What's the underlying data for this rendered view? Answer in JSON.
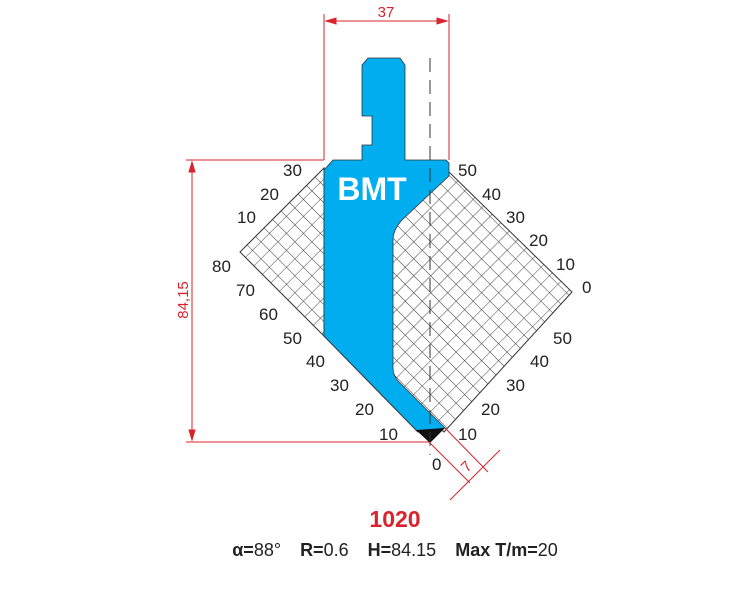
{
  "brand": "BMT",
  "dimensions": {
    "width": "37",
    "height": "84,15",
    "tip": "7"
  },
  "left_scale": [
    "30",
    "20",
    "10",
    "80",
    "70",
    "60",
    "50",
    "40",
    "30",
    "20",
    "10"
  ],
  "right_scale": [
    "50",
    "40",
    "30",
    "20",
    "10",
    "0",
    "50",
    "40",
    "30",
    "20",
    "10"
  ],
  "bottom_zero": "0",
  "model": "1020",
  "specs": [
    {
      "key": "α=",
      "value": "88°"
    },
    {
      "key": "R=",
      "value": "0.6"
    },
    {
      "key": "H=",
      "value": "84.15"
    },
    {
      "key": "Max T/m=",
      "value": "20"
    }
  ],
  "colors": {
    "tool": "#00aeef",
    "dimension": "#d9232d"
  }
}
